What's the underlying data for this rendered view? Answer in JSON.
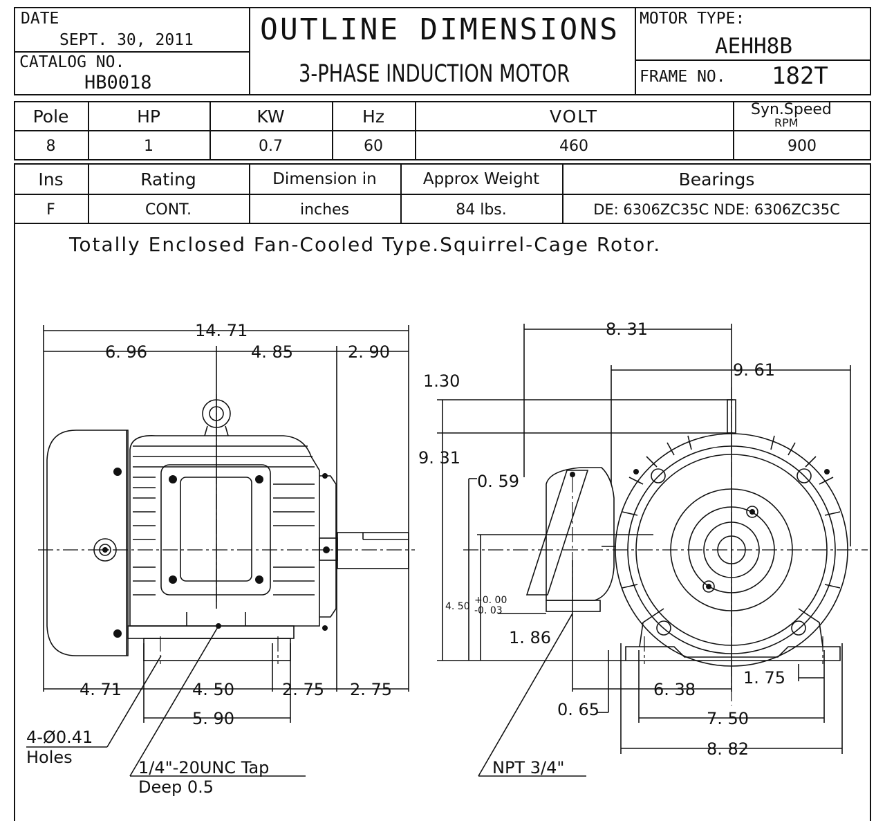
{
  "title_block": {
    "date_label": "DATE",
    "date_value": "SEPT. 30, 2011",
    "catalog_label": "CATALOG NO.",
    "catalog_value": "HB0018",
    "title": "OUTLINE DIMENSIONS",
    "subtitle": "3-PHASE INDUCTION MOTOR",
    "motor_type_label": "MOTOR TYPE:",
    "motor_type_value": "AEHH8B",
    "frame_label": "FRAME NO.",
    "frame_value": "182T"
  },
  "spec_table_1": {
    "headers": [
      "Pole",
      "HP",
      "KW",
      "Hz",
      "VOLT",
      "Syn.Speed"
    ],
    "header_sub": "RPM",
    "values": [
      "8",
      "1",
      "0.7",
      "60",
      "460",
      "900"
    ]
  },
  "spec_table_2": {
    "headers": [
      "Ins",
      "Rating",
      "Dimension in",
      "Approx Weight",
      "Bearings"
    ],
    "values": [
      "F",
      "CONT.",
      "inches",
      "84 lbs."
    ],
    "bearings_value": "DE: 6306ZC35C NDE:  6306ZC35C"
  },
  "description": "Totally Enclosed Fan-Cooled Type.Squirrel-Cage Rotor.",
  "side_view_dims": {
    "overall": "14. 71",
    "a": "6. 96",
    "b": "4. 85",
    "c": "2. 90",
    "d": "4. 71",
    "e": "4. 50",
    "f": "2. 75",
    "g": "2. 75",
    "h": "5. 90",
    "holes_1": "4-Ø0.41",
    "holes_2": "Holes",
    "tap_1": "1/4\"-20UNC Tap",
    "tap_2": "Deep 0.5"
  },
  "front_view_dims": {
    "top": "8. 31",
    "width": "9. 61",
    "key": "1.30",
    "height": "9. 31",
    "box_offset": "0. 59",
    "shaft_height": "4. 50",
    "tol_plus": "+0. 00",
    "tol_minus": "-0. 03",
    "box_drop": "1. 86",
    "feet_gap": "0. 65",
    "center_to_conduit": "6. 38",
    "foot_thick": "1. 75",
    "feet_span": "7. 50",
    "base_width": "8. 82",
    "conduit": "NPT 3/4\""
  },
  "colors": {
    "ink": "#111111",
    "paper": "#ffffff"
  }
}
